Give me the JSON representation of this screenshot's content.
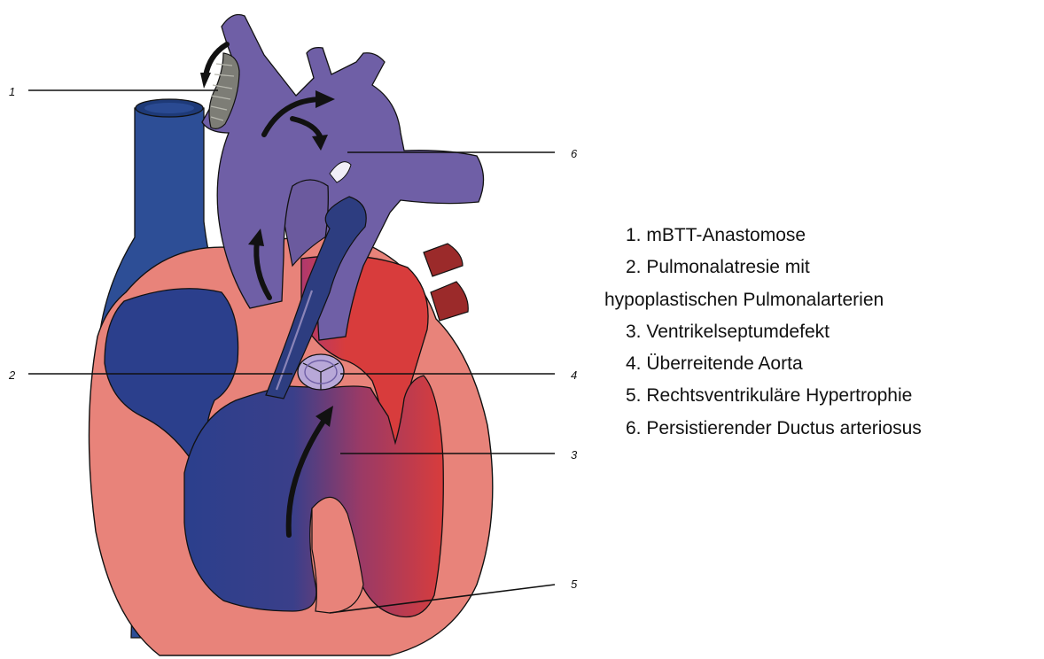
{
  "colors": {
    "vena_cava": "#2d4e96",
    "vena_cava_dark": "#1e3a78",
    "pulmonary_artery": "#6b5a9e",
    "aorta": "#6f5fa6",
    "myocardium": "#e8837a",
    "right_chamber": "#2b3f8c",
    "left_chamber": "#d83c3c",
    "pulmonary_veins": "#9b2a2a",
    "shunt": "#7d7d76",
    "outline": "#111111"
  },
  "markers": {
    "m1": "1",
    "m2": "2",
    "m3": "3",
    "m4": "4",
    "m5": "5",
    "m6": "6"
  },
  "legend": {
    "item1": "1. mBTT-Anastomose",
    "item2_line1": "2. Pulmonalatresie mit",
    "item2_line2": "hypoplastischen Pulmonalarterien",
    "item3": "3. Ventrikelseptumdefekt",
    "item4": "4. Überreitende Aorta",
    "item5": "5. Rechtsventrikuläre Hypertrophie",
    "item6": "6. Persistierender Ductus arteriosus"
  }
}
